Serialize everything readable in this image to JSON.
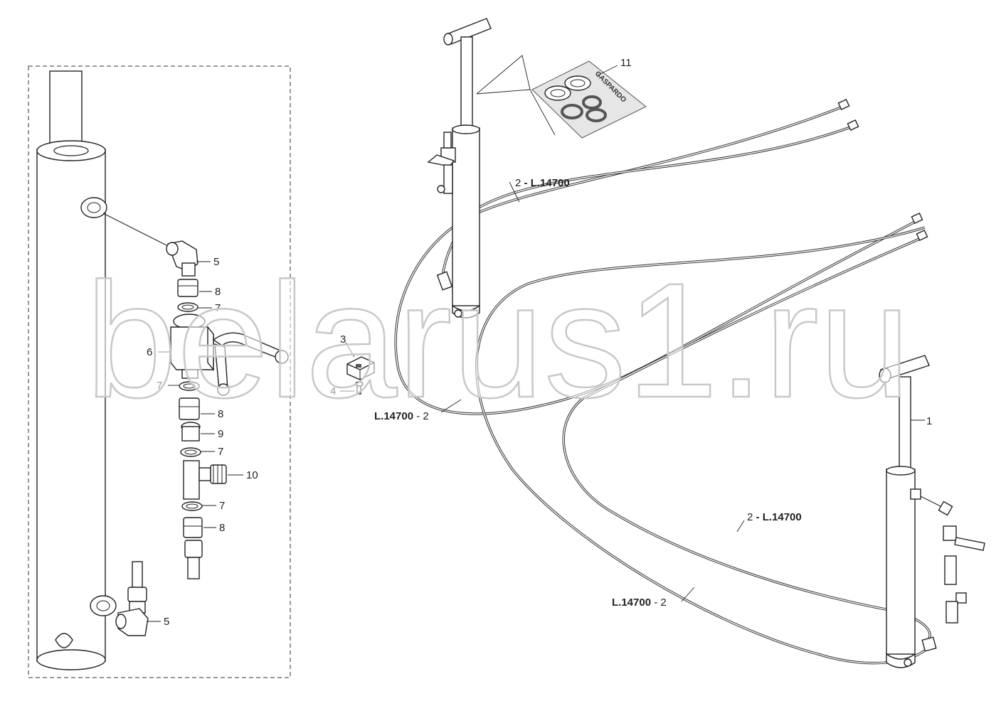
{
  "watermark": {
    "text": "belarus1.ru"
  },
  "callouts": {
    "c1": "1",
    "c3": "3",
    "c4": "4",
    "c5_top": "5",
    "c5_bottom": "5",
    "c6": "6",
    "c7_a": "7",
    "c7_b": "7",
    "c7_c": "7",
    "c7_d": "7",
    "c8_a": "8",
    "c8_b": "8",
    "c8_c": "8",
    "c9": "9",
    "c10": "10",
    "c11": "11"
  },
  "hose_labels": {
    "top_right": {
      "num": "2",
      "sep": " - ",
      "code": "L.14700"
    },
    "top_left": {
      "code": "L.14700",
      "sep": " - ",
      "num": "2"
    },
    "bottom_right": {
      "num": "2",
      "sep": " - ",
      "code": "L.14700"
    },
    "bottom_left": {
      "code": "L.14700",
      "sep": " - ",
      "num": "2"
    }
  },
  "seal_kit": {
    "brand": "GASPARDO"
  },
  "colors": {
    "line": "#222222",
    "background": "#ffffff",
    "watermark_stroke": "#c8c8c8"
  }
}
